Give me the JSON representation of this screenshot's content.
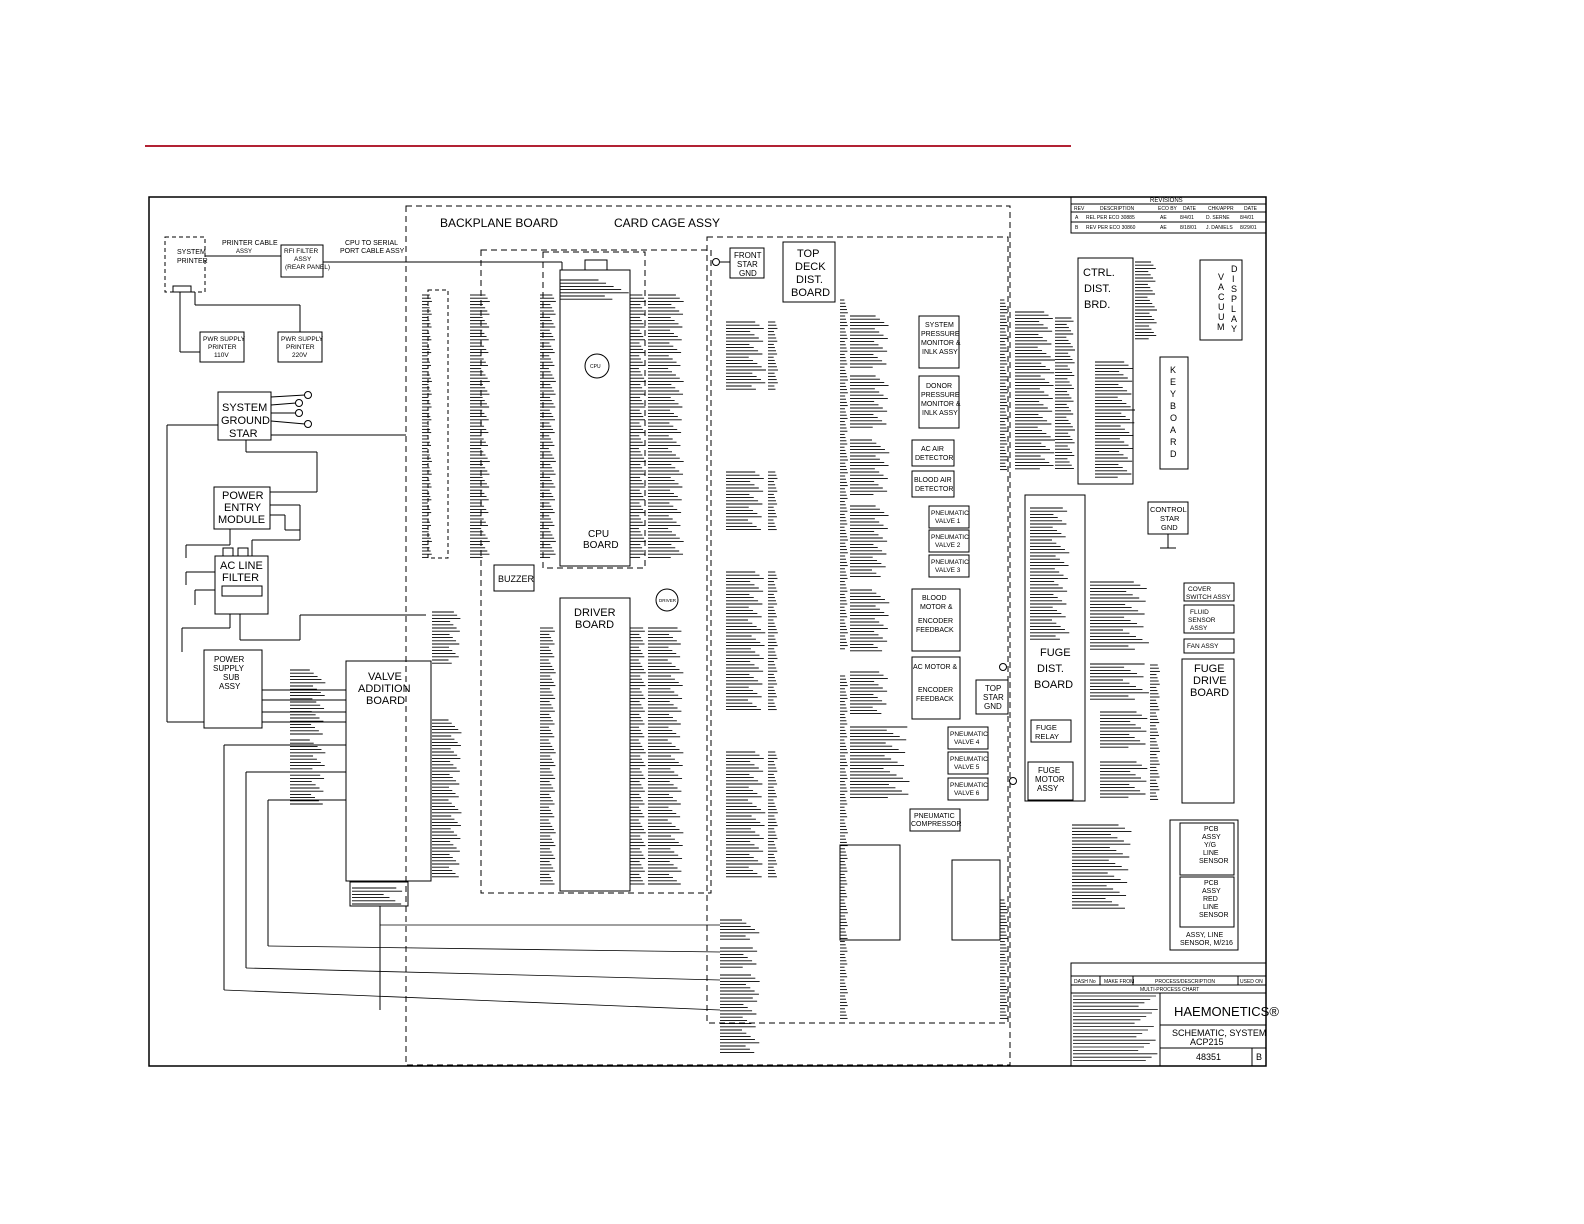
{
  "accent_color": "#b22234",
  "revisions": {
    "title": "REVISIONS",
    "headers": [
      "REV",
      "DESCRIPTION",
      "ECO BY",
      "DATE",
      "CHK/APPR",
      "DATE"
    ],
    "rows": [
      [
        "A",
        "REL PER ECO 30885",
        "AE",
        "8/4/01",
        "D. SERNE",
        "8/4/01"
      ],
      [
        "B",
        "REV PER ECO 30860",
        "AE",
        "8/18/01",
        "J. DANIELS",
        "8/29/01"
      ]
    ]
  },
  "labels": {
    "backplane_board": "BACKPLANE BOARD",
    "card_cage": "CARD CAGE ASSY",
    "system_printer": [
      "SYSTEM",
      "PRINTER"
    ],
    "printer_cable": [
      "PRINTER CABLE",
      "ASSY"
    ],
    "rfi_filter": [
      "RFI FILTER",
      "ASSY",
      "(REAR PANEL)"
    ],
    "cpu_serial": [
      "CPU TO SERIAL",
      "PORT CABLE ASSY"
    ],
    "pwr_110": [
      "PWR SUPPLY",
      "PRINTER",
      "110V"
    ],
    "pwr_220": [
      "PWR SUPPLY",
      "PRINTER",
      "220V"
    ],
    "system_ground": [
      "SYSTEM",
      "GROUND",
      "STAR"
    ],
    "power_entry": [
      "POWER",
      "ENTRY",
      "MODULE"
    ],
    "ac_line_filter": [
      "AC LINE",
      "FILTER"
    ],
    "power_supply": [
      "POWER",
      "SUPPLY",
      "SUB",
      "ASSY"
    ],
    "valve_addition": [
      "VALVE",
      "ADDITION",
      "BOARD"
    ],
    "cpu_board": [
      "CPU",
      "BOARD"
    ],
    "driver_board": [
      "DRIVER",
      "BOARD"
    ],
    "buzzer": "BUZZER",
    "front_star": [
      "FRONT",
      "STAR",
      "GND"
    ],
    "top_deck": [
      "TOP",
      "DECK",
      "DIST.",
      "BOARD"
    ],
    "system_pressure": [
      "SYSTEM",
      "PRESSURE",
      "MONITOR &",
      "INLK ASSY"
    ],
    "donor_pressure": [
      "DONOR",
      "PRESSURE",
      "MONITOR &",
      "INLK ASSY"
    ],
    "ac_air": [
      "AC AIR",
      "DETECTOR"
    ],
    "blood_air": [
      "BLOOD AIR",
      "DETECTOR"
    ],
    "pv1": [
      "PNEUMATIC",
      "VALVE 1"
    ],
    "pv2": [
      "PNEUMATIC",
      "VALVE 2"
    ],
    "pv3": [
      "PNEUMATIC",
      "VALVE 3"
    ],
    "blood_motor": [
      "BLOOD",
      "MOTOR &",
      "ENCODER",
      "FEEDBACK"
    ],
    "ac_motor": [
      "AC MOTOR &",
      "ENCODER",
      "FEEDBACK"
    ],
    "pv4": [
      "PNEUMATIC",
      "VALVE 4"
    ],
    "pv5": [
      "PNEUMATIC",
      "VALVE 5"
    ],
    "pv6": [
      "PNEUMATIC",
      "VALVE 6"
    ],
    "compressor": [
      "PNEUMATIC",
      "COMPRESSOR"
    ],
    "top_star": [
      "TOP",
      "STAR",
      "GND"
    ],
    "ctrl_dist": [
      "CTRL.",
      "DIST.",
      "BRD."
    ],
    "vacuum_display": [
      "V",
      "A",
      "C",
      "U",
      "U",
      "M",
      "D",
      "I",
      "S",
      "P",
      "L",
      "A",
      "Y"
    ],
    "keyboard": [
      "K",
      "E",
      "Y",
      "B",
      "O",
      "A",
      "R",
      "D"
    ],
    "control_star": [
      "CONTROL",
      "STAR",
      "GND"
    ],
    "fuge_dist": [
      "FUGE",
      "DIST.",
      "BOARD"
    ],
    "fuge_relay": [
      "FUGE",
      "RELAY"
    ],
    "fuge_motor": [
      "FUGE",
      "MOTOR",
      "ASSY"
    ],
    "cover_switch": [
      "COVER",
      "SWITCH ASSY"
    ],
    "fluid_sensor": [
      "FLUID",
      "SENSOR",
      "ASSY"
    ],
    "fan_assy": "FAN ASSY",
    "fuge_drive": [
      "FUGE",
      "DRIVE",
      "BOARD"
    ],
    "pcb_yle": [
      "PCB",
      "ASSY",
      "Y/G",
      "LINE",
      "SENSOR"
    ],
    "pcb_red": [
      "PCB",
      "ASSY",
      "RED",
      "LINE",
      "SENSOR"
    ],
    "line_sensor": [
      "ASSY, LINE",
      "SENSOR, M/216"
    ],
    "cpu_label": "CPU",
    "driver_label": "DRIVER"
  },
  "title_block": {
    "company": "HAEMONETICS®",
    "title": [
      "SCHEMATIC, SYSTEM",
      "ACP215"
    ],
    "drawing_no": "48351",
    "rev": "B",
    "dash_headers": [
      "DASH No",
      "MAKE FROM",
      "PROCESS/DESCRIPTION",
      "USED ON"
    ],
    "multi": "MULTI-PROCESS CHART"
  }
}
